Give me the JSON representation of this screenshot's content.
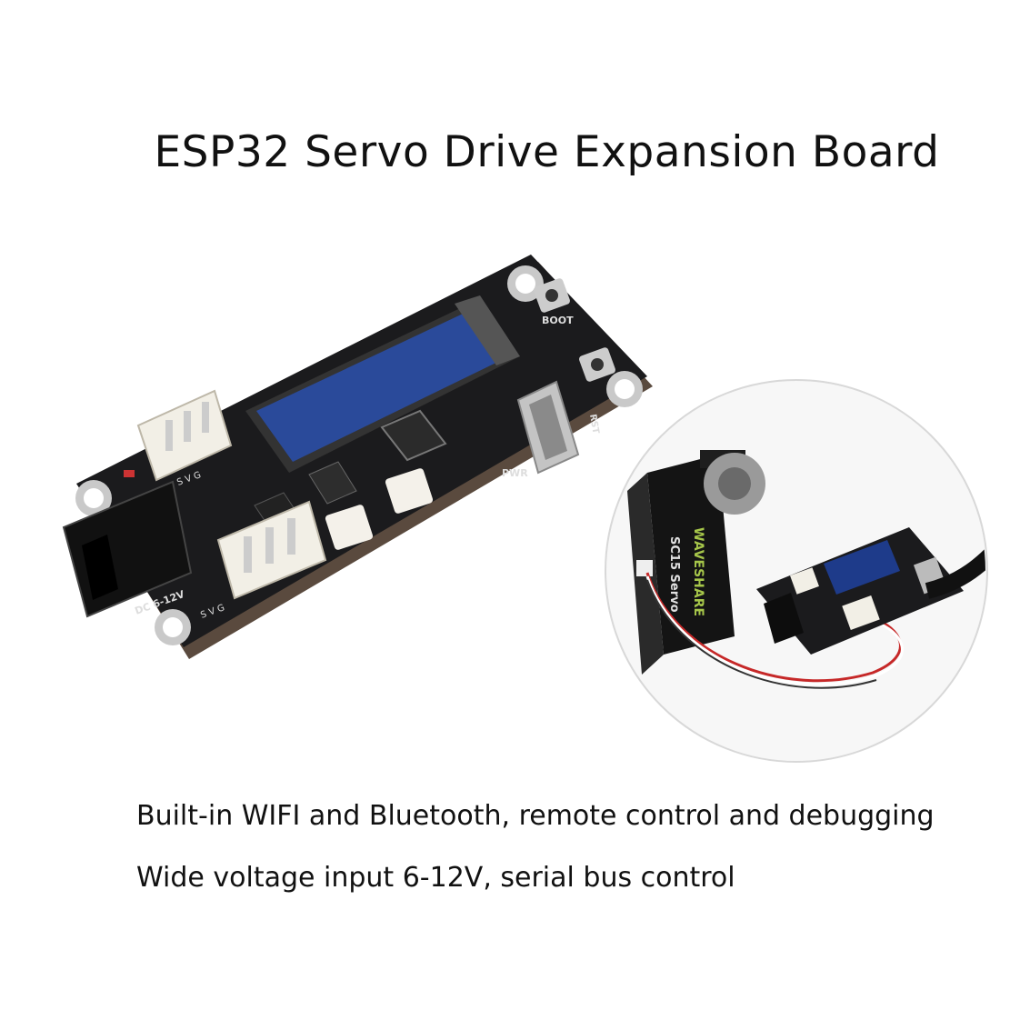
{
  "title": "ESP32 Servo Drive Expansion Board",
  "features": [
    "Built-in WIFI and Bluetooth, remote control and debugging",
    "Wide voltage input 6-12V, serial bus control"
  ],
  "board_labels": {
    "boot": "BOOT",
    "rst": "RST",
    "pwr": "PWR",
    "dc": "DC 6-12V",
    "svg_top": "S  V  G",
    "svg_bottom": "S  V  G"
  },
  "servo_labels": {
    "brand": "WAVESHARE",
    "model": "SC15 Servo"
  },
  "colors": {
    "board": "#1b1b1d",
    "oled": "#2a4a9a",
    "connector": "#f2efe6",
    "accent_led": "#cc3333"
  }
}
